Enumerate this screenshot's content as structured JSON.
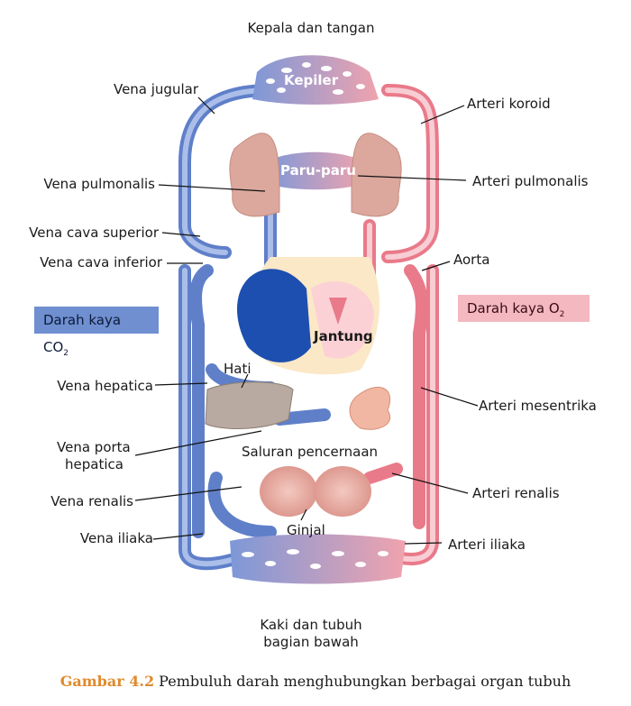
{
  "top_label": "Kepala dan tangan",
  "bottom_label_line1": "Kaki dan tubuh",
  "bottom_label_line2": "bagian bawah",
  "organs": {
    "kepiler": "Kepiler",
    "paru": "Paru-paru",
    "jantung": "Jantung",
    "hati": "Hati",
    "saluran": "Saluran pencernaan",
    "ginjal": "Ginjal"
  },
  "left_labels": {
    "vena_jugular": "Vena jugular",
    "vena_pulmonalis": "Vena pulmonalis",
    "vena_cava_superior": "Vena cava superior",
    "vena_cava_inferior": "Vena cava inferior",
    "vena_hepatica": "Vena hepatica",
    "vena_porta_1": "Vena porta",
    "vena_porta_2": "hepatica",
    "vena_renalis": "Vena renalis",
    "vena_iliaka": "Vena iliaka"
  },
  "right_labels": {
    "arteri_koroid": "Arteri koroid",
    "arteri_pulmonalis": "Arteri pulmonalis",
    "aorta": "Aorta",
    "arteri_mesentrika": "Arteri mesentrika",
    "arteri_renalis": "Arteri renalis",
    "arteri_iliaka": "Arteri iliaka"
  },
  "legend": {
    "co2_prefix": "Darah kaya CO",
    "co2_sub": "2",
    "o2_prefix": "Darah kaya O",
    "o2_sub": "2"
  },
  "caption": {
    "figure": "Gambar 4.2",
    "text": "Pembuluh darah menghubungkan berbagai organ tubuh"
  },
  "colors": {
    "vein": "#7d98d8",
    "artery": "#f0a3ae",
    "heart_blue": "#1d4fb0",
    "co2_box": "#6f8fd0",
    "o2_box": "#f4b8c1",
    "caption_accent": "#e08a2c"
  }
}
